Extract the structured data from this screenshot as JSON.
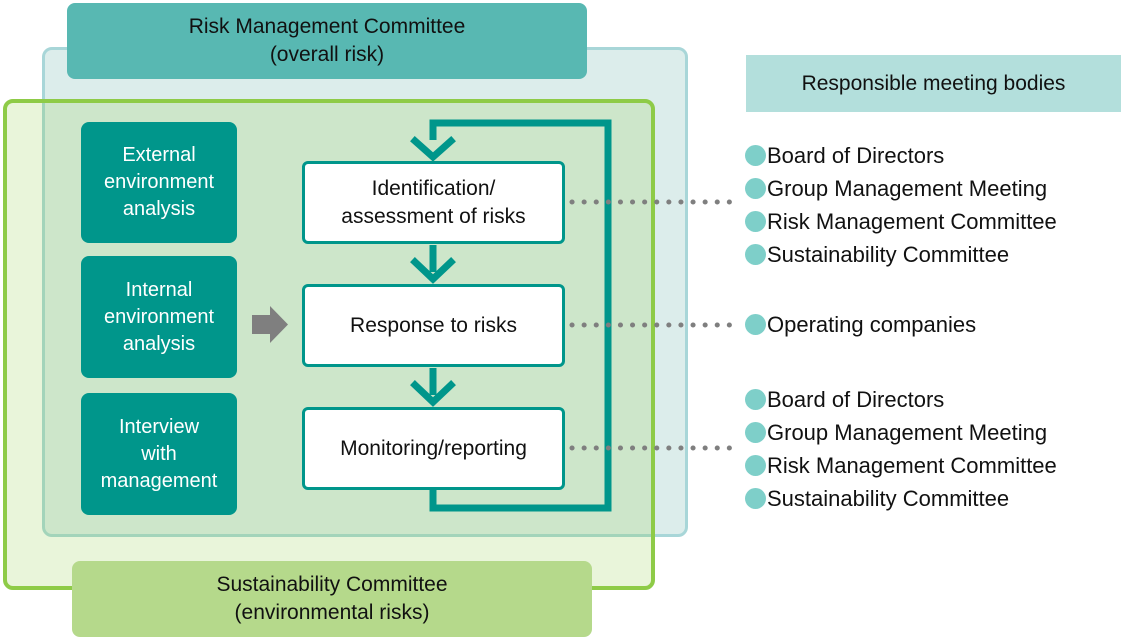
{
  "headers": {
    "risk_committee": "Risk Management Committee\n(overall risk)",
    "sustainability_committee": "Sustainability Committee\n(environmental risks)",
    "responsible_bodies": "Responsible meeting bodies"
  },
  "inputs": [
    {
      "label": "External\nenvironment\nanalysis"
    },
    {
      "label": "Internal\nenvironment\nanalysis"
    },
    {
      "label": "Interview\nwith\nmanagement"
    }
  ],
  "process_steps": [
    {
      "label": "Identification/\nassessment of risks"
    },
    {
      "label": "Response to risks"
    },
    {
      "label": "Monitoring/reporting"
    }
  ],
  "responsible_bodies": {
    "step1": [
      "Board of Directors",
      "Group Management Meeting",
      "Risk Management Committee",
      "Sustainability Committee"
    ],
    "step2": [
      "Operating companies"
    ],
    "step3": [
      "Board of Directors",
      "Group Management Meeting",
      "Risk Management Committee",
      "Sustainability Committee"
    ]
  },
  "colors": {
    "teal_dark": "#00968b",
    "teal_header_bg": "#58b8b2",
    "responsible_header_bg": "#b3dfdc",
    "bullet_teal": "#7ecfc9",
    "blue_panel_fill": "#dcedeb",
    "blue_panel_border": "#a8d6d8",
    "green_panel_border": "#8ecb47",
    "sustainability_header_bg": "#b5d98b",
    "connector_gray": "#7f7f7f"
  }
}
